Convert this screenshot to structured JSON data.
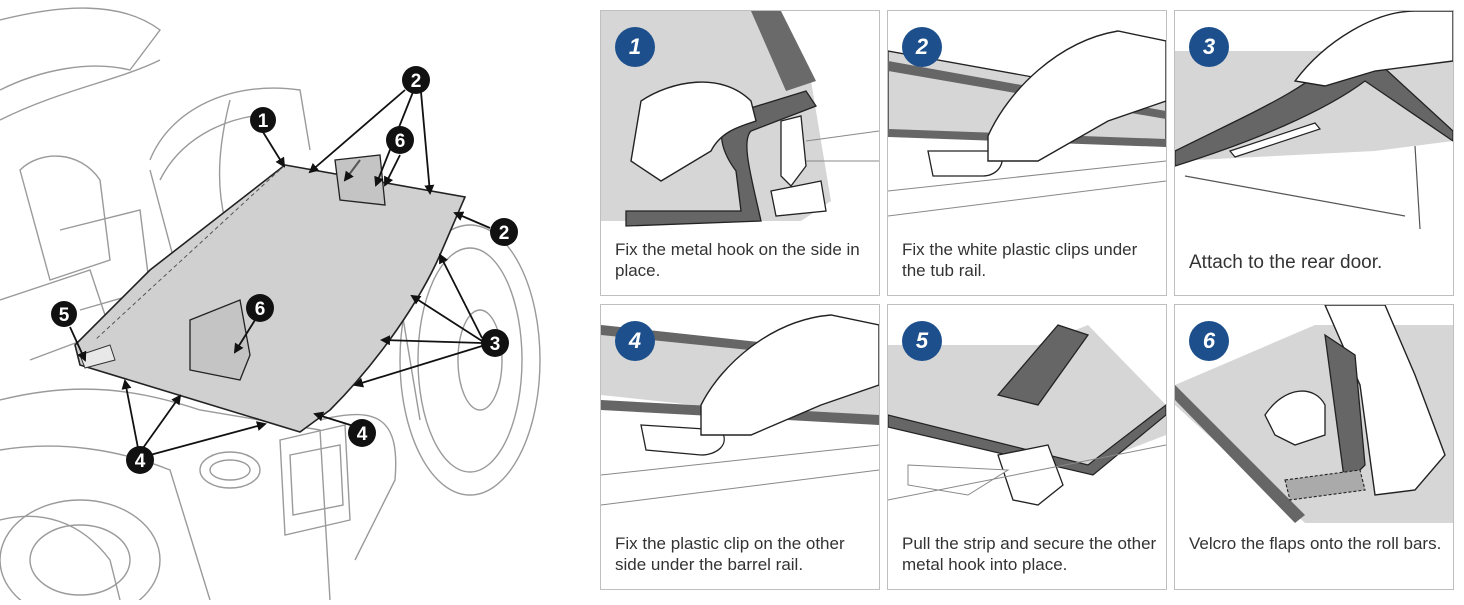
{
  "overview": {
    "callouts": [
      "1",
      "2",
      "2",
      "3",
      "4",
      "4",
      "5",
      "6",
      "6"
    ]
  },
  "steps": [
    {
      "number": "1",
      "caption": "Fix the metal hook on the side in place."
    },
    {
      "number": "2",
      "caption": "Fix the white plastic clips under the tub rail."
    },
    {
      "number": "3",
      "caption": "Attach to the rear door."
    },
    {
      "number": "4",
      "caption": "Fix the plastic clip on the other side under the barrel rail."
    },
    {
      "number": "5",
      "caption": "Pull the strip and secure the other metal hook into place."
    },
    {
      "number": "6",
      "caption": "Velcro the flaps onto the roll bars."
    }
  ],
  "colors": {
    "badge": "#1d4f8c",
    "cover": "#d0d0d0",
    "strap": "#666666"
  }
}
